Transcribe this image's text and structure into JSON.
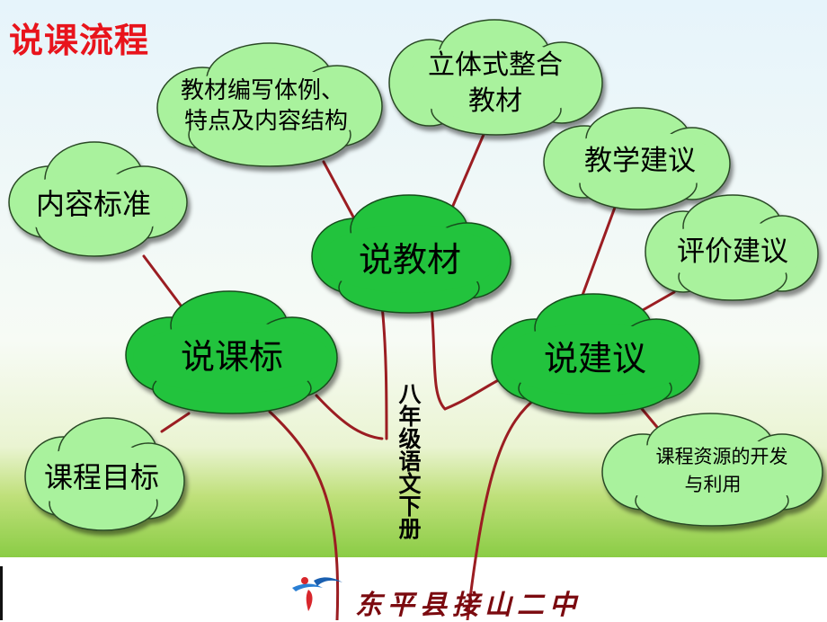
{
  "page_title": "说课流程",
  "side_label": "八年级语文下册",
  "footer_school": "东平县接山二中",
  "main_nodes": {
    "curriculum_standard": "说课标",
    "textbook": "说教材",
    "suggestions": "说建议"
  },
  "leaf_nodes": {
    "content_standard": "内容标准",
    "course_goals": "课程目标",
    "textbook_structure": [
      "教材编写体例、",
      "特点及内容结构"
    ],
    "integrated_textbook": [
      "立体式整合",
      "教材"
    ],
    "teaching_suggestions": "教学建议",
    "evaluation_suggestions": "评价建议",
    "resources": [
      "课程资源的开发",
      "与利用"
    ]
  },
  "colors": {
    "title": "#e8141c",
    "main_cloud": "#22c33c",
    "leaf_cloud": "#a9f29d",
    "branch": "#9b1d22",
    "footer": "#7b0a0f"
  }
}
